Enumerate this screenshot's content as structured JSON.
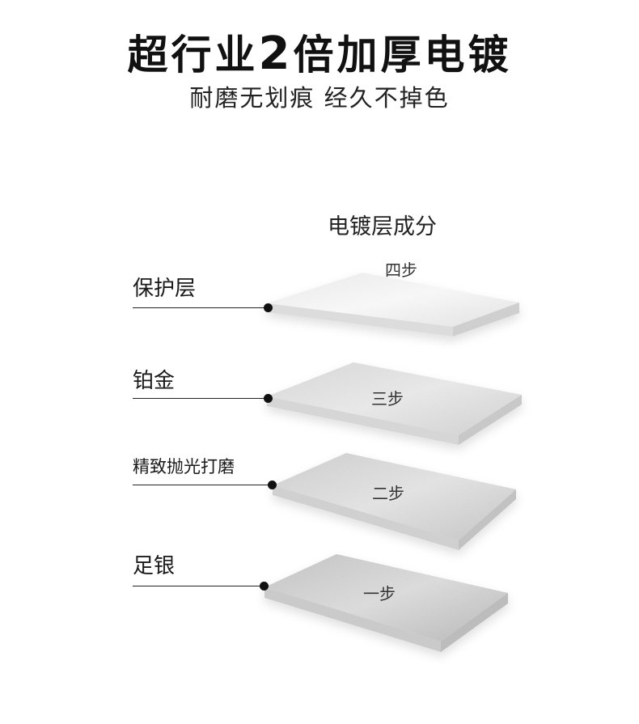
{
  "header": {
    "title_prefix": "超行业",
    "title_number": "2",
    "title_suffix": "倍加厚电镀",
    "subtitle": "耐磨无划痕 经久不掉色"
  },
  "diagram": {
    "heading": "电镀层成分",
    "layers": [
      {
        "label": "保护层",
        "step": "四步"
      },
      {
        "label": "铂金",
        "step": "三步"
      },
      {
        "label": "精致抛光打磨",
        "step": "二步"
      },
      {
        "label": "足银",
        "step": "一步"
      }
    ]
  },
  "colors": {
    "slab_top_light": "#f4f4f4",
    "slab_top_dark": "#b9b9b9",
    "slab_edge": "#d5d5d5",
    "line": "#222222"
  }
}
